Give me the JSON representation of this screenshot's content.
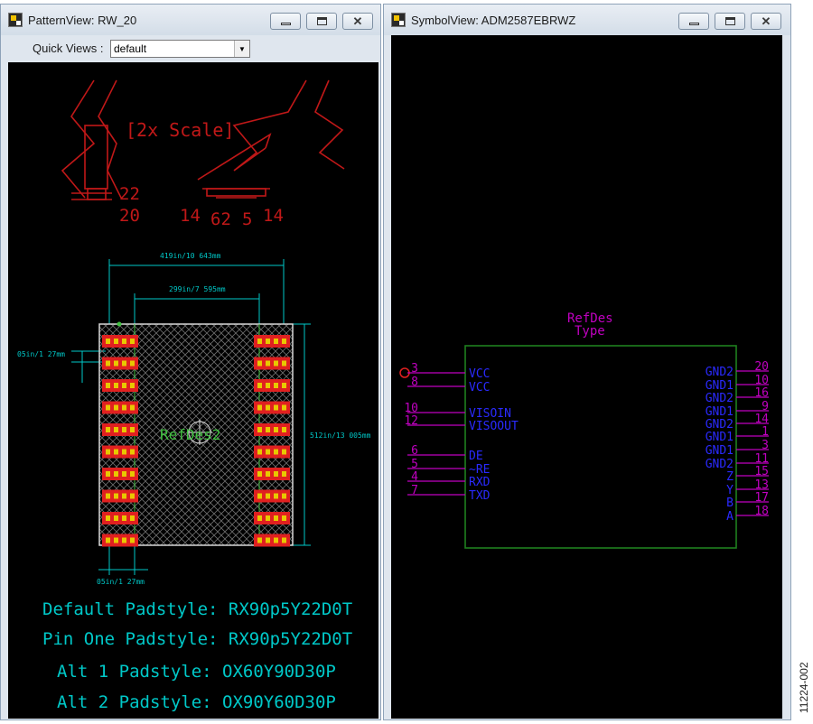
{
  "pattern_window": {
    "title": "PatternView: RW_20",
    "quick_views_label": "Quick Views :",
    "quick_views_value": "default",
    "scale_label": "[2x Scale]",
    "dim_left_top": "22",
    "dim_left_bottom": "20",
    "dim_right_labels": [
      "14",
      "62",
      "5",
      "14"
    ],
    "dim_total_width": "419in/10 643mm",
    "dim_inner_width": "299in/7 595mm",
    "dim_pitch_side": "05in/1 27mm",
    "dim_height": "512in/13 005mm",
    "dim_pitch_bottom": "05in/1 27mm",
    "refdes": "RefDes2",
    "padstyles": [
      "Default Padstyle: RX90p5Y22D0T",
      "Pin One Padstyle: RX90p5Y22D0T",
      "Alt 1 Padstyle: OX60Y90D30P",
      "Alt 2 Padstyle: OX90Y60D30P"
    ]
  },
  "symbol_window": {
    "title": "SymbolView: ADM2587EBRWZ",
    "refdes_label": "RefDes",
    "type_label": "Type",
    "left_pins": [
      {
        "num": "3",
        "name": "VCC"
      },
      {
        "num": "8",
        "name": "VCC"
      },
      {
        "num": "10",
        "name": "VISOIN"
      },
      {
        "num": "12",
        "name": "VISOOUT"
      },
      {
        "num": "6",
        "name": "DE"
      },
      {
        "num": "5",
        "name": "~RE"
      },
      {
        "num": "4",
        "name": "RXD"
      },
      {
        "num": "7",
        "name": "TXD"
      }
    ],
    "right_pins": [
      {
        "num": "20",
        "name": "GND2"
      },
      {
        "num": "10",
        "name": "GND1"
      },
      {
        "num": "16",
        "name": "GND2"
      },
      {
        "num": "9",
        "name": "GND1"
      },
      {
        "num": "14",
        "name": "GND2"
      },
      {
        "num": "1",
        "name": "GND1"
      },
      {
        "num": "3",
        "name": "GND1"
      },
      {
        "num": "11",
        "name": "GND2"
      },
      {
        "num": "15",
        "name": "Z"
      },
      {
        "num": "13",
        "name": "Y"
      },
      {
        "num": "17",
        "name": "B"
      },
      {
        "num": "18",
        "name": "A"
      }
    ]
  },
  "window_controls": {
    "minimize": "minimize",
    "maximize": "maximize",
    "close": "close"
  },
  "figure_id": "11224-002",
  "colors": {
    "canvas_bg": "#000000",
    "footprint_red": "#c01818",
    "dimension_cyan": "#00c8c8",
    "pad_red": "#e02020",
    "pad_yellow": "#e8c800",
    "symbol_body_green": "#1f7f1f",
    "pin_magenta": "#c000c0",
    "pin_name_blue": "#2a2aff",
    "refdes_green": "#40c040"
  }
}
